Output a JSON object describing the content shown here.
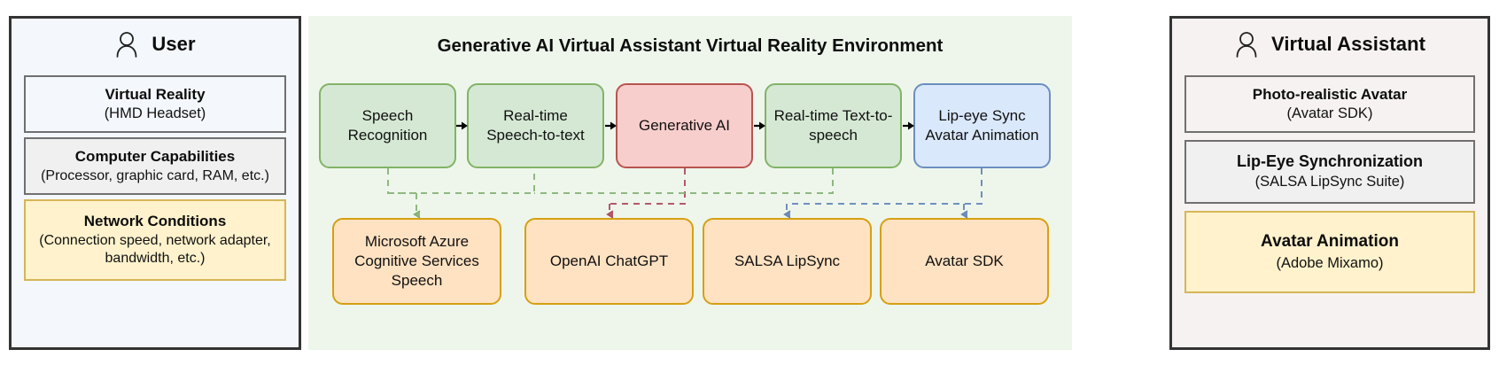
{
  "left_panel": {
    "icon": "person-icon",
    "title": "User",
    "cards": [
      {
        "title": "Virtual Reality",
        "sub": "(HMD Headset)"
      },
      {
        "title": "Computer Capabilities",
        "sub": "(Processor, graphic card, RAM, etc.)"
      },
      {
        "title": "Network Conditions",
        "sub": "(Connection speed, network adapter, bandwidth, etc.)"
      }
    ]
  },
  "center_panel": {
    "title": "Generative AI Virtual Assistant Virtual Reality Environment",
    "pipeline": [
      {
        "label": "Speech Recognition",
        "color": "green"
      },
      {
        "label": "Real-time Speech-to-text",
        "color": "green"
      },
      {
        "label": "Generative AI",
        "color": "red"
      },
      {
        "label": "Real-time Text-to-speech",
        "color": "green"
      },
      {
        "label": "Lip-eye Sync Avatar Animation",
        "color": "blue"
      }
    ],
    "services": [
      {
        "label": "Microsoft Azure Cognitive Services Speech",
        "color": "orange"
      },
      {
        "label": "OpenAI ChatGPT",
        "color": "orange"
      },
      {
        "label": "SALSA LipSync",
        "color": "orange"
      },
      {
        "label": "Avatar SDK",
        "color": "orange"
      }
    ]
  },
  "right_panel": {
    "icon": "person-icon",
    "title": "Virtual Assistant",
    "cards": [
      {
        "title": "Photo-realistic Avatar",
        "sub": "(Avatar SDK)"
      },
      {
        "title": "Lip-Eye Synchronization",
        "sub": "(SALSA LipSync Suite)"
      },
      {
        "title": "Avatar Animation",
        "sub": "(Adobe Mixamo)"
      }
    ]
  },
  "colors": {
    "green_fill": "#d5e8d4",
    "green_stroke": "#82b366",
    "red_fill": "#f8cecc",
    "red_stroke": "#b85450",
    "blue_fill": "#dae8fc",
    "blue_stroke": "#6c8ebf",
    "orange_fill": "#ffe2c2",
    "orange_stroke": "#d6a012",
    "yellow_fill": "#fff2cc",
    "yellow_stroke": "#d6b656",
    "center_bg": "#eef6ec",
    "left_bg": "#f4f7fb",
    "right_bg": "#f6f2f1",
    "panel_border": "#333333"
  }
}
